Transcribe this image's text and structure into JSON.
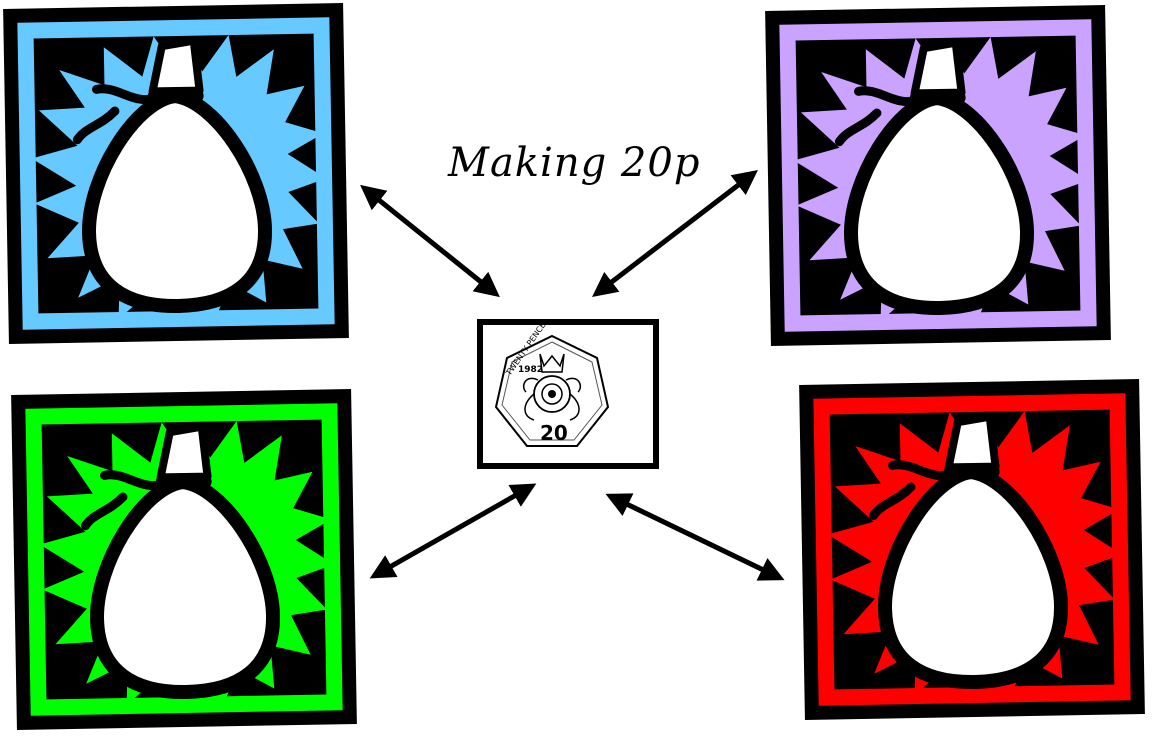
{
  "title": "Making 20p",
  "coin": {
    "inscription_top": "TWENTY PENCE",
    "year": "1982",
    "value": "20"
  },
  "bags": [
    {
      "id": "top-left",
      "color": "#66c9ff"
    },
    {
      "id": "top-right",
      "color": "#c9a3ff"
    },
    {
      "id": "bottom-left",
      "color": "#00ff00"
    },
    {
      "id": "bottom-right",
      "color": "#ff0000"
    }
  ],
  "colors": {
    "frame": "#000000",
    "arrow": "#000000",
    "background": "#ffffff"
  }
}
